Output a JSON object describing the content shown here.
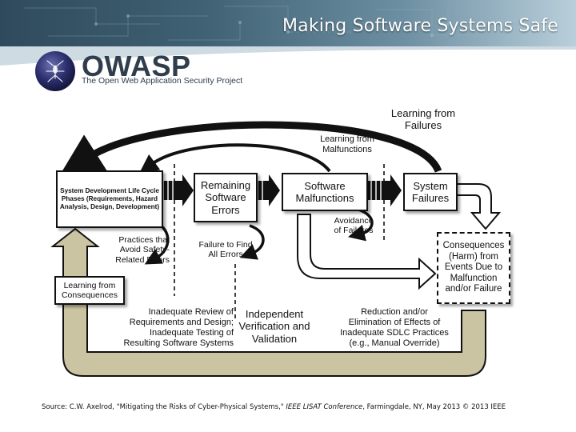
{
  "header": {
    "title": "Making Software Systems Safe"
  },
  "logo": {
    "wordmark": "OWASP",
    "tagline": "The Open Web Application Security Project"
  },
  "diagram": {
    "boxes": {
      "sdlc": "System Development Life Cycle Phases (Requirements, Hazard Analysis, Design, Development)",
      "remaining_errors": "Remaining\nSoftware\nErrors",
      "malfunctions": "Software\nMalfunctions",
      "failures": "System\nFailures",
      "consequences": "Consequences\n(Harm) from\nEvents Due to\nMalfunction\nand/or Failure",
      "learning_consequences": "Learning from\nConsequences"
    },
    "labels": {
      "learning_failures": "Learning from\nFailures",
      "learning_malfunctions": "Learning from\nMalfunctions",
      "practices": "Practices that\nAvoid Safety-\nRelated Errors",
      "failure_to_find": "Failure to Find\nAll Errors",
      "avoidance": "Avoidance\nof Failures",
      "inadequate_review": "Inadequate Review of\nRequirements and Design;\nInadequate Testing of\nResulting Software Systems",
      "ivv": "Independent\nVerification and\nValidation",
      "reduction": "Reduction and/or\nElimination of Effects  of\nInadequate SDLC Practices\n(e.g., Manual Override)"
    }
  },
  "footer": {
    "source_prefix": "Source: C.W. Axelrod, \"Mitigating the Risks of Cyber-Physical Systems,\"",
    "source_venue": "IEEE LISAT Conference",
    "source_suffix": ", Farmingdale, NY, May  2013 ©  2013 IEEE"
  },
  "colors": {
    "banner_dark": "#2f4a5c",
    "arrow_black": "#111111",
    "arrow_tan": "#cbc4a2",
    "text": "#111111"
  }
}
